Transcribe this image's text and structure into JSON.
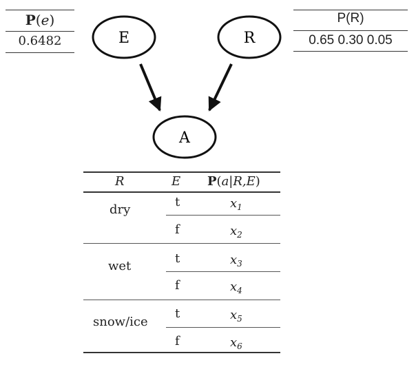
{
  "prior_e": {
    "header_bold": "P",
    "header_var": "e",
    "value": "0.6482"
  },
  "prior_r": {
    "header": "P(R)",
    "values": "0.65 0.30 0.05"
  },
  "nodes": {
    "e": "E",
    "r": "R",
    "a": "A"
  },
  "cpt": {
    "headers": {
      "r": "R",
      "e": "E",
      "p_bold": "P",
      "p_args": "a|R,E"
    },
    "groups": [
      {
        "r": "dry",
        "rows": [
          {
            "e": "t",
            "x": "x",
            "sub": "1"
          },
          {
            "e": "f",
            "x": "x",
            "sub": "2"
          }
        ]
      },
      {
        "r": "wet",
        "rows": [
          {
            "e": "t",
            "x": "x",
            "sub": "3"
          },
          {
            "e": "f",
            "x": "x",
            "sub": "4"
          }
        ]
      },
      {
        "r": "snow/ice",
        "rows": [
          {
            "e": "t",
            "x": "x",
            "sub": "5"
          },
          {
            "e": "f",
            "x": "x",
            "sub": "6"
          }
        ]
      }
    ]
  }
}
